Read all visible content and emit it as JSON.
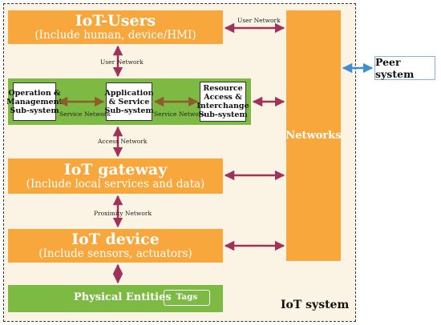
{
  "iot_system_label": "IoT system",
  "users": {
    "title": "IoT-Users",
    "subtitle": "(Include human, device/HMI)"
  },
  "subsystems": {
    "operation": "Operation & Management Sub-system",
    "application": "Application & Service Sub-system",
    "resource": "Resource Access & Interchange Sub-system"
  },
  "gateway": {
    "title": "IoT gateway",
    "subtitle": "(Include local services and data)"
  },
  "device": {
    "title": "IoT device",
    "subtitle": "(Include sensors, actuators)"
  },
  "physical": {
    "title": "Physical Entities",
    "tags": "Tags"
  },
  "networks": "Networks",
  "peer_system": "Peer system",
  "labels": {
    "user_network_top": "User Network",
    "user_network_mid": "User Network",
    "service_network_left": "Service Network",
    "service_network_right": "Service Network",
    "access_network": "Access Network",
    "proximity_network": "Proximity Network"
  },
  "colors": {
    "orange": "#f7a73b",
    "green": "#7dba43",
    "arrow": "#a0325a",
    "brown_arrow": "#8b5e2b",
    "peer_arrow": "#3b8fd6"
  }
}
